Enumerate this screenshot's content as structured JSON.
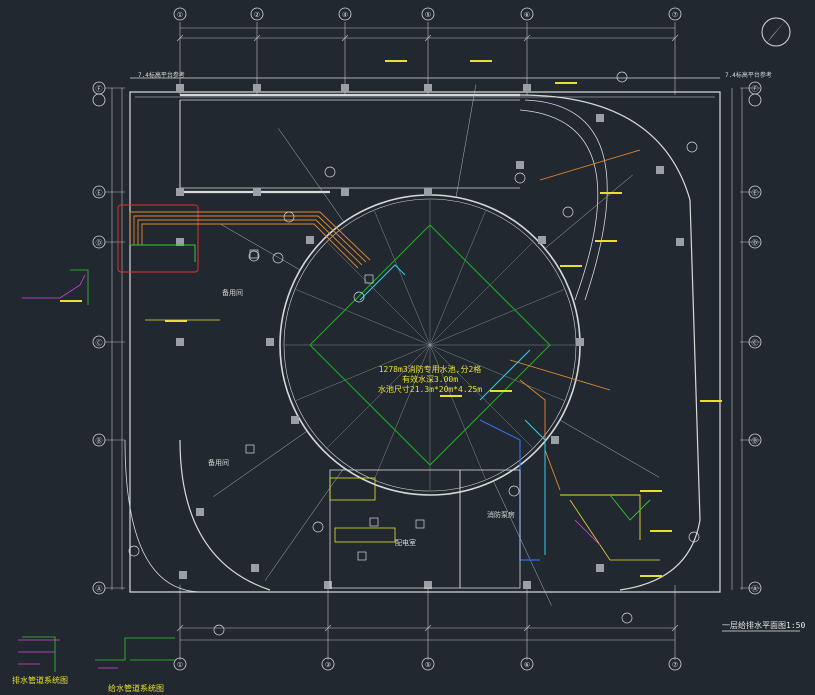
{
  "drawing": {
    "colors": {
      "background": "#212830",
      "lines": "#d8d8d8",
      "dims": "#bfbfbf",
      "water_orange": "#e38a2c",
      "water_cyan": "#2fd1ea",
      "water_blue": "#2f6fe8",
      "pipe_green": "#32c832",
      "pipe_yellow": "#e8e030",
      "pipe_magenta": "#e040e0",
      "highlight_red": "#e03030",
      "tank_diamond": "#20b020"
    },
    "column_axes": [
      "①",
      "②",
      "③",
      "④",
      "⑤",
      "⑥",
      "⑦"
    ],
    "row_axes": [
      "Ⓐ",
      "Ⓑ",
      "Ⓒ",
      "Ⓓ",
      "Ⓔ",
      "Ⓕ"
    ],
    "platform_label_left": "7.4标高平台参考",
    "platform_label_right": "7.4标高平台参考",
    "tank_note_line1": "1278m3消防专用水池,分2格",
    "tank_note_line2": "有效水深3.00m",
    "tank_note_line3": "水池尺寸21.3m*20m*4.25m",
    "room_upper": "备用间",
    "room_lower": "备用间",
    "room_fire": "消防泵房",
    "room_panel": "配电室",
    "plan_title": "一层给排水平面图1:50",
    "legend_drain": "排水管道系统图",
    "legend_supply": "给水管道系统图",
    "north_icon": "north-arrow-icon"
  }
}
